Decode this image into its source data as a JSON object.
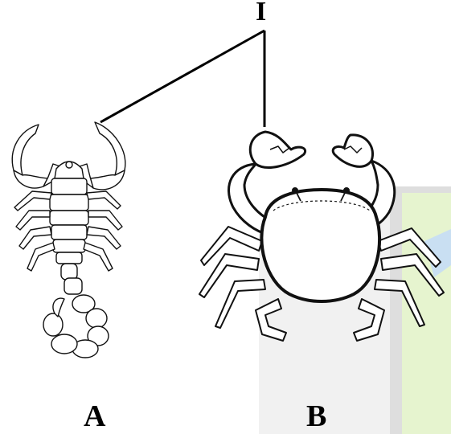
{
  "labels": {
    "pointer": "I",
    "animal_a": "A",
    "animal_b": "B"
  },
  "figure": {
    "pointer_targets": [
      "scorpion-pincer",
      "crab-pincer"
    ],
    "watermark_color": "#e8f5d0"
  }
}
